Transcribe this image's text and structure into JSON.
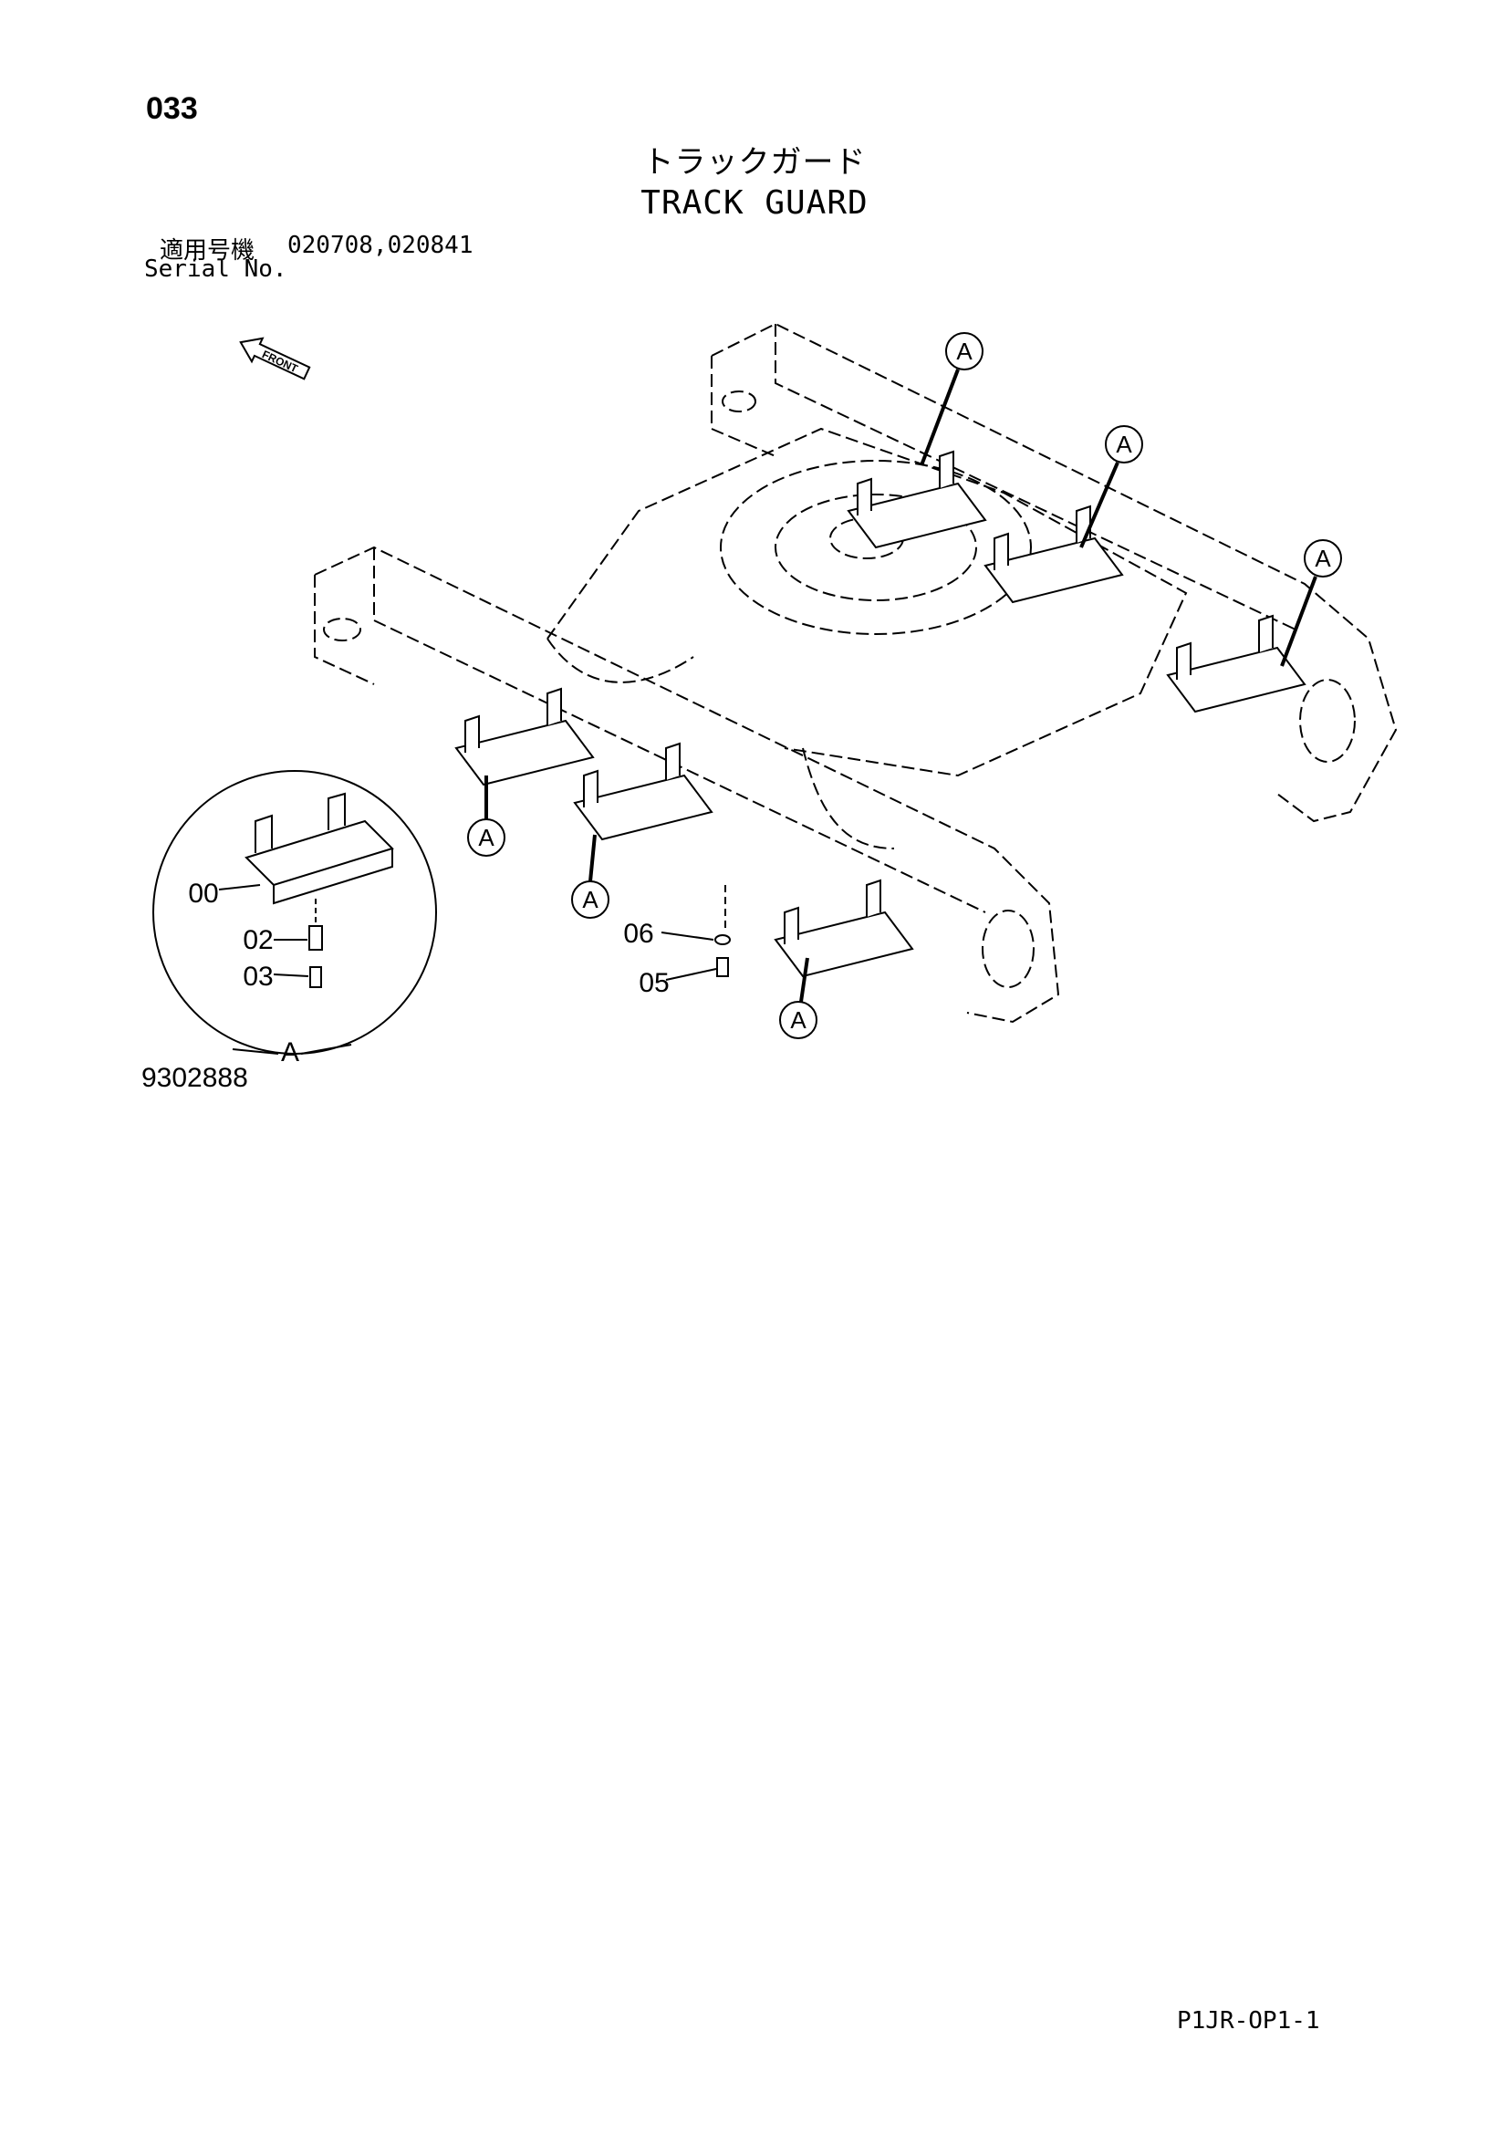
{
  "page_number": "033",
  "title_jp": "トラックガード",
  "title_en": "TRACK GUARD",
  "serial": {
    "label_jp": "適用号機",
    "label_en": "Serial No.",
    "value": "020708,020841"
  },
  "front_label": "FRONT",
  "detail_callout": "A",
  "part_labels": [
    "00",
    "02",
    "03",
    "06",
    "05"
  ],
  "figure_number": "9302888",
  "footer_code": "P1JR-OP1-1"
}
